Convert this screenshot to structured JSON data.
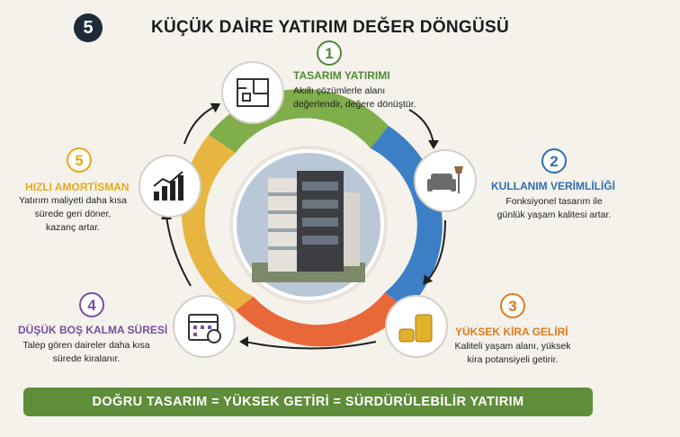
{
  "header": {
    "badge_number": "5",
    "title": "KÜÇÜK DAİRE YATIRIM DEĞER DÖNGÜSÜ"
  },
  "steps": [
    {
      "number": "1",
      "title": "TASARIM YATIRIMI",
      "desc_lines": [
        "Akıllı çözümlerle alanı",
        "değerlendir, değere dönüştür."
      ],
      "color": "#4e8a34",
      "icon": "blueprint-icon"
    },
    {
      "number": "2",
      "title": "KULLANIM VERİMLİLİĞİ",
      "desc_lines": [
        "Fonksiyonel tasarım ile",
        "günlük yaşam kalitesi artar."
      ],
      "color": "#2f6fb0",
      "icon": "armchair-icon"
    },
    {
      "number": "3",
      "title": "YÜKSEK KİRA GELİRİ",
      "desc_lines": [
        "Kaliteli yaşam alanı, yüksek",
        "kira potansiyeli getirir."
      ],
      "color": "#e07a1f",
      "icon": "coins-icon"
    },
    {
      "number": "4",
      "title": "DÜŞÜK BOŞ KALMA SÜRESİ",
      "desc_lines": [
        "Talep gören daireler daha kısa",
        "sürede kiralanır."
      ],
      "color": "#7a4e9e",
      "icon": "calendar-icon"
    },
    {
      "number": "5",
      "title": "HIZLI AMORTİSMAN",
      "desc_lines": [
        "Yatırım maliyeti daha kısa",
        "sürede geri döner,",
        "kazanç artar."
      ],
      "color": "#e4a91f",
      "icon": "growth-chart-icon"
    }
  ],
  "footer": {
    "banner_text": "DOĞRU TASARIM = YÜKSEK GETİRİ = SÜRDÜRÜLEBİLİR YATIRIM"
  },
  "colors": {
    "green": "#7fae4a",
    "blue": "#3d7fc4",
    "orange": "#e8683a",
    "yellow": "#e8b640",
    "banner": "#5f8d3a"
  }
}
